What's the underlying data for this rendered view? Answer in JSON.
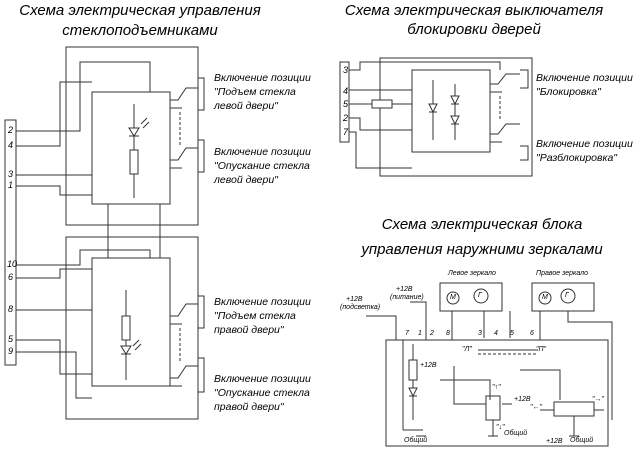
{
  "window_lifter": {
    "title": "Схема электрическая управления стеклоподъемниками",
    "title_line1": "Схема электрическая управления",
    "title_line2": "стеклоподъемниками",
    "pins": [
      "2",
      "4",
      "3",
      "1",
      "10",
      "6",
      "8",
      "5",
      "9"
    ],
    "labels": [
      {
        "line1": "Включение позиции",
        "line2": "\"Подъем стекла",
        "line3": "левой двери\""
      },
      {
        "line1": "Включение позиции",
        "line2": "\"Опускание стекла",
        "line3": "левой двери\""
      },
      {
        "line1": "Включение позиции",
        "line2": "\"Подъем стекла",
        "line3": "правой двери\""
      },
      {
        "line1": "Включение позиции",
        "line2": "\"Опускание стекла",
        "line3": "правой двери\""
      }
    ]
  },
  "door_lock": {
    "title": "Схема электрическая выключателя блокировки дверей",
    "title_line1": "Схема электрическая выключателя",
    "title_line2": "блокировки дверей",
    "pins": [
      "3",
      "4",
      "5",
      "2",
      "7"
    ],
    "labels": [
      {
        "line1": "Включение позиции",
        "line2": "\"Блокировка\""
      },
      {
        "line1": "Включение позиции",
        "line2": "\"Разблокировка\""
      }
    ]
  },
  "mirrors": {
    "title": "Схема электрическая блока управления наружними зеркалами",
    "title_line1": "Схема электрическая блока",
    "title_line2": "управления наружними зеркалами",
    "left_mirror": "Левое зеркало",
    "right_mirror": "Правое зеркало",
    "supply_light": "+12В",
    "supply_light_note": "(подсветка)",
    "supply_power": "+12В",
    "supply_power_note": "(питание)",
    "plus12": "+12В",
    "ground": "Общий",
    "pins": [
      "7",
      "1",
      "2",
      "8",
      "3",
      "4",
      "5",
      "6"
    ],
    "switch_L": "\"Л\"",
    "switch_R": "\"П\"",
    "motor": "M",
    "generator": "Г",
    "pos_up": "\"↑\"",
    "pos_down": "\"↓\"",
    "pos_left": "\"←\"",
    "pos_right": "\"→\""
  }
}
